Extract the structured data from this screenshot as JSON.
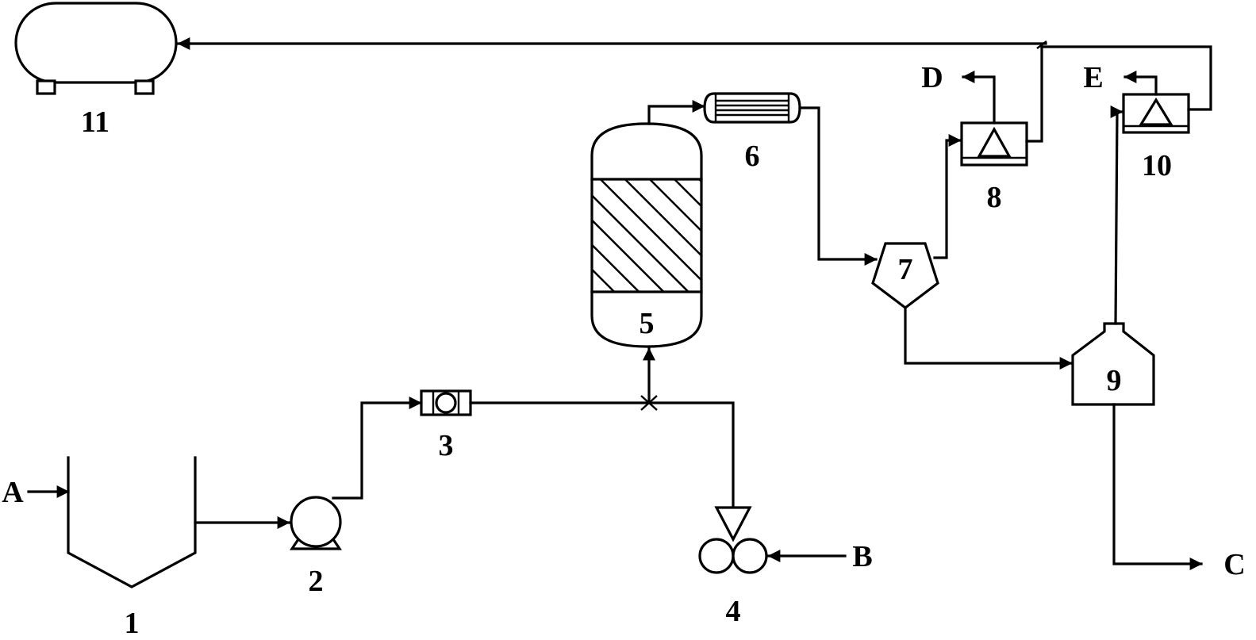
{
  "equipment_labels": {
    "tank": "1",
    "pump": "2",
    "flowmeter": "3",
    "rollers": "4",
    "reactor": "5",
    "condenser": "6",
    "separator": "7",
    "filter_d": "8",
    "settler": "9",
    "filter_e": "10",
    "storage_tank": "11"
  },
  "stream_labels": {
    "a": "A",
    "b": "B",
    "c": "C",
    "d": "D",
    "e": "E"
  }
}
